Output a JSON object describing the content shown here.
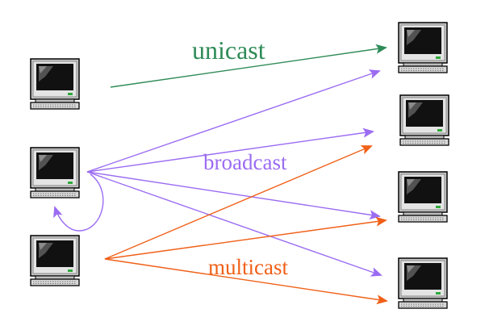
{
  "labels": {
    "unicast": "unicast",
    "broadcast": "broadcast",
    "multicast": "multicast"
  },
  "colors": {
    "unicast": "#2e8b57",
    "broadcast": "#9b6cf2",
    "multicast": "#f06018",
    "background": "#ffffff"
  },
  "icons": {
    "computer": "computer-icon"
  }
}
